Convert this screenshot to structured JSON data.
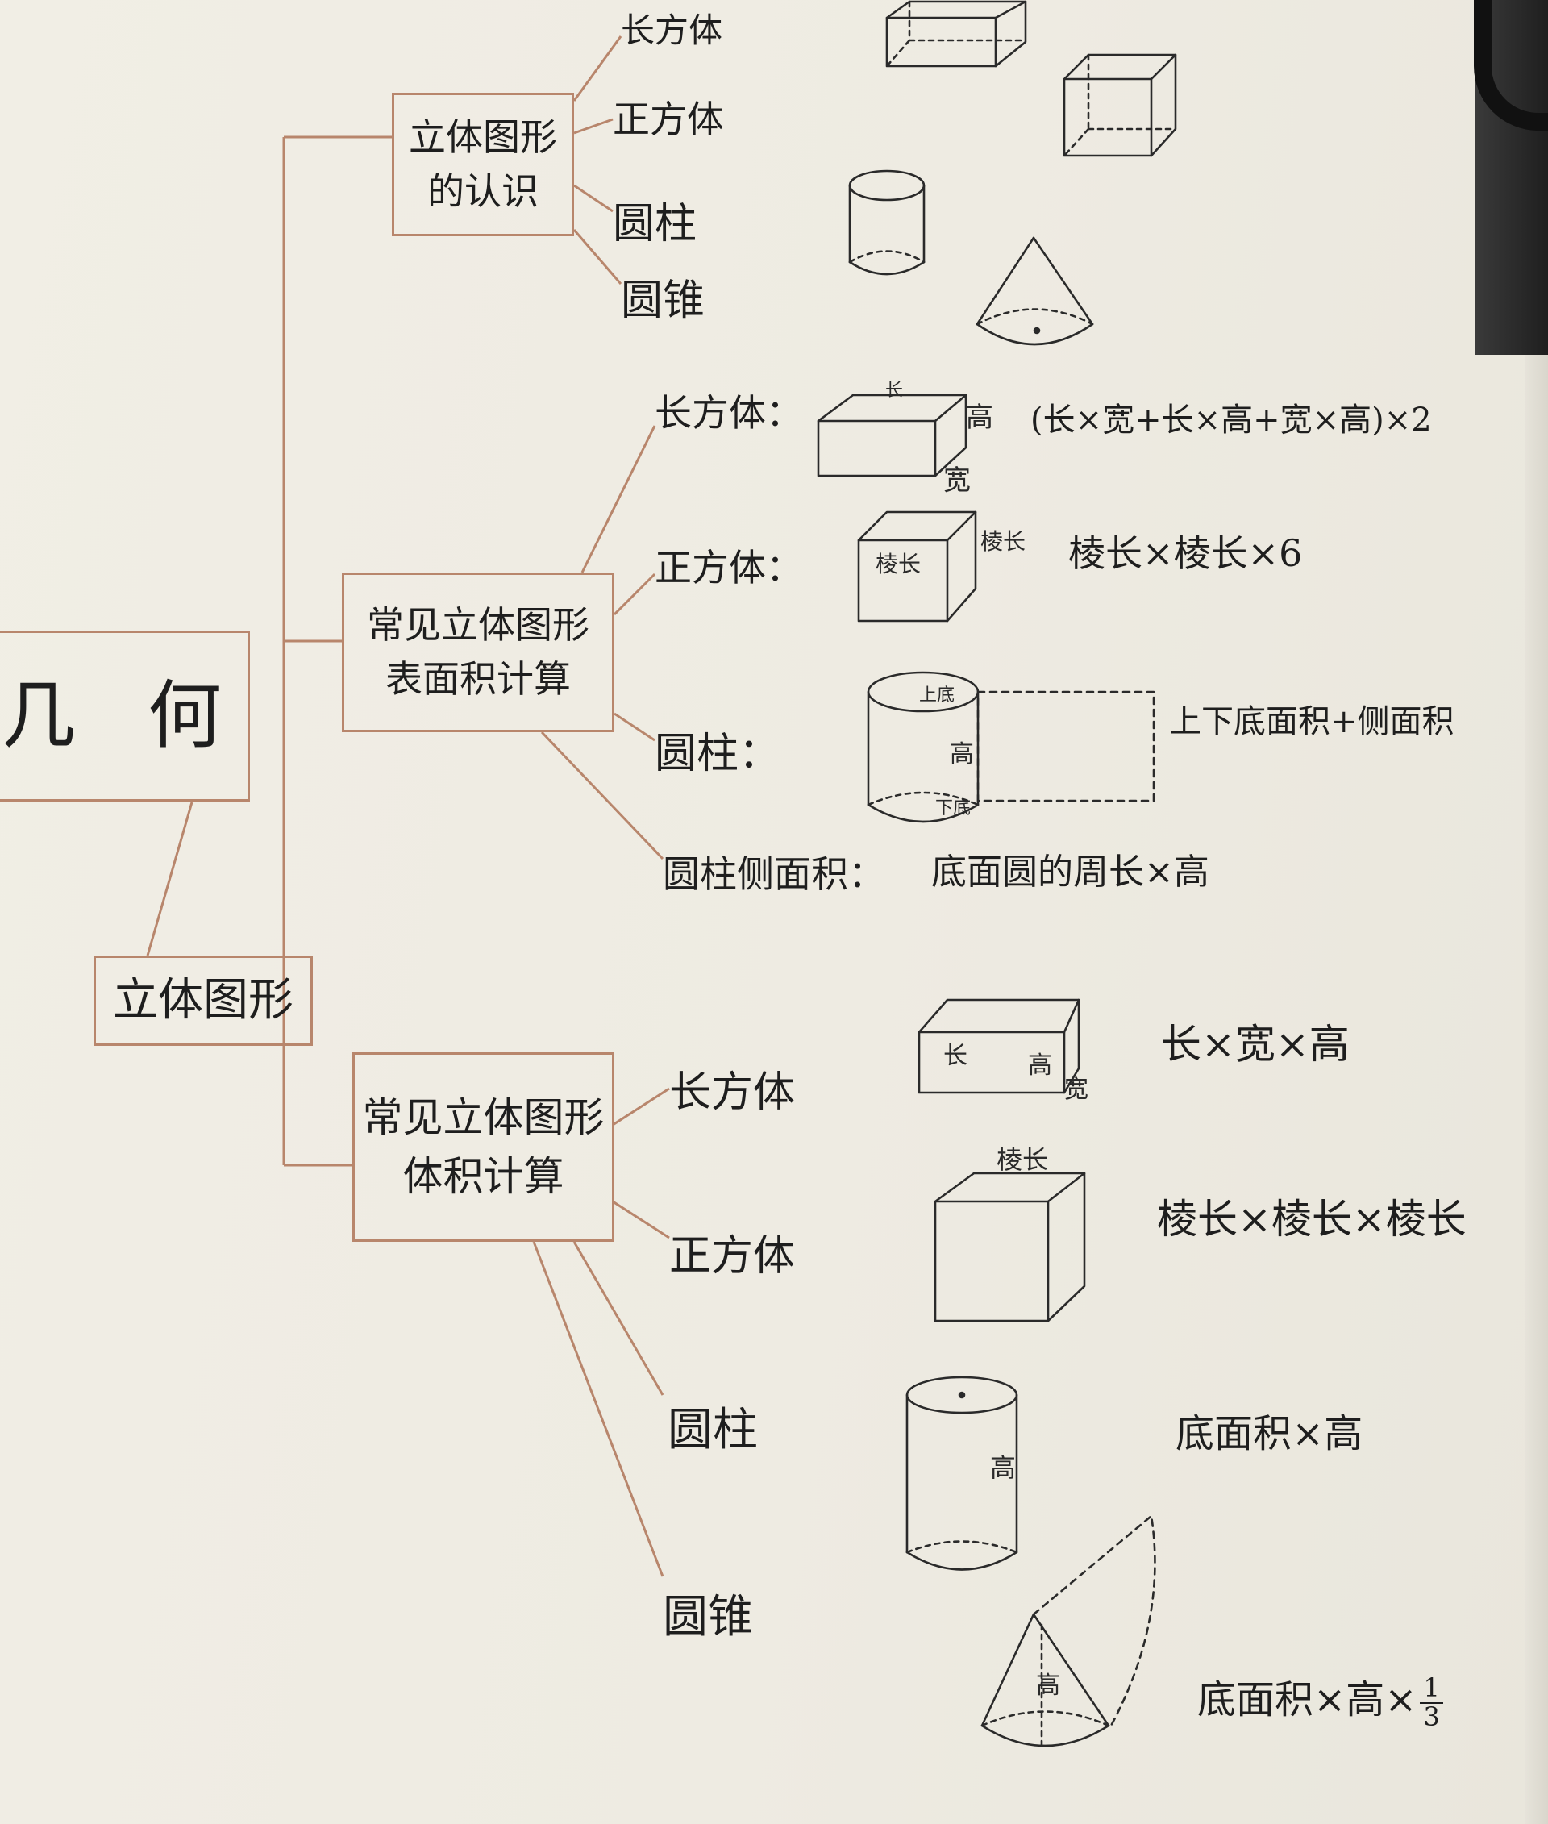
{
  "root": {
    "title": "几 何"
  },
  "category": {
    "title": "立体图形"
  },
  "sections": {
    "recognition": {
      "title_line1": "立体图形",
      "title_line2": "的认识",
      "items": [
        "长方体",
        "正方体",
        "圆柱",
        "圆锥"
      ]
    },
    "surface_area": {
      "title_line1": "常见立体图形",
      "title_line2": "表面积计算",
      "items": [
        {
          "name": "长方体：",
          "formula": "(长×宽+长×高+宽×高)×2",
          "labels": [
            "长",
            "高",
            "宽"
          ]
        },
        {
          "name": "正方体：",
          "formula": "棱长×棱长×6",
          "labels": [
            "棱长",
            "棱长"
          ]
        },
        {
          "name": "圆柱：",
          "formula": "上下底面积+侧面积",
          "labels": [
            "上底",
            "高",
            "下底"
          ]
        },
        {
          "name": "圆柱侧面积：",
          "formula": "底面圆的周长×高"
        }
      ]
    },
    "volume": {
      "title_line1": "常见立体图形",
      "title_line2": "体积计算",
      "items": [
        {
          "name": "长方体",
          "formula": "长×宽×高",
          "labels": [
            "长",
            "高",
            "宽"
          ]
        },
        {
          "name": "正方体",
          "formula": "棱长×棱长×棱长",
          "labels": [
            "棱长"
          ]
        },
        {
          "name": "圆柱",
          "formula": "底面积×高",
          "labels": [
            "高"
          ]
        },
        {
          "name": "圆锥",
          "formula": "底面积×高×",
          "fraction_num": "1",
          "fraction_den": "3",
          "labels": [
            "高"
          ]
        }
      ]
    }
  },
  "colors": {
    "line": "#b8866c",
    "ink": "#1e1e1e",
    "paper": "#efece3"
  }
}
